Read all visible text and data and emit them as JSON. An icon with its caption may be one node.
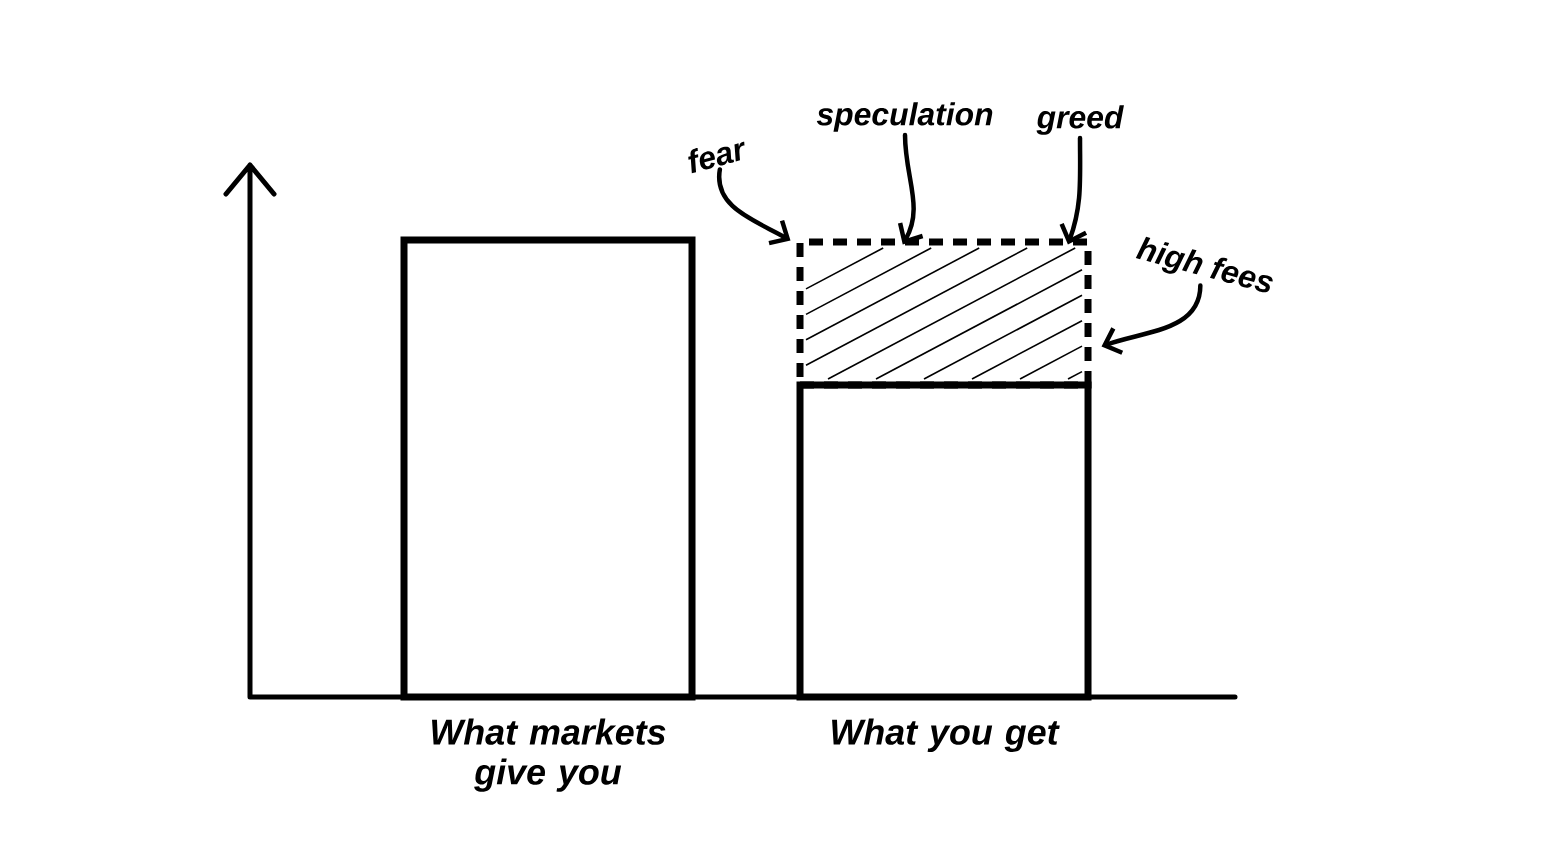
{
  "diagram": {
    "nodes": [
      {
        "text": [],
        "shape": "bar",
        "beside": [
          "What markets give you"
        ]
      },
      {
        "text": [],
        "shape": "bar",
        "beside": [
          "What you get"
        ]
      },
      {
        "text": [],
        "shape": "box"
      },
      {
        "text": [
          "fear"
        ]
      },
      {
        "text": [
          "speculation"
        ]
      },
      {
        "text": [
          "greed"
        ]
      },
      {
        "text": [
          "high fees"
        ]
      }
    ],
    "edges": [
      {
        "from": 3,
        "to": 2,
        "arrow": "to"
      },
      {
        "from": 4,
        "to": 2,
        "arrow": "to"
      },
      {
        "from": 5,
        "to": 2,
        "arrow": "to"
      },
      {
        "from": 6,
        "to": 2,
        "arrow": "to"
      }
    ]
  }
}
